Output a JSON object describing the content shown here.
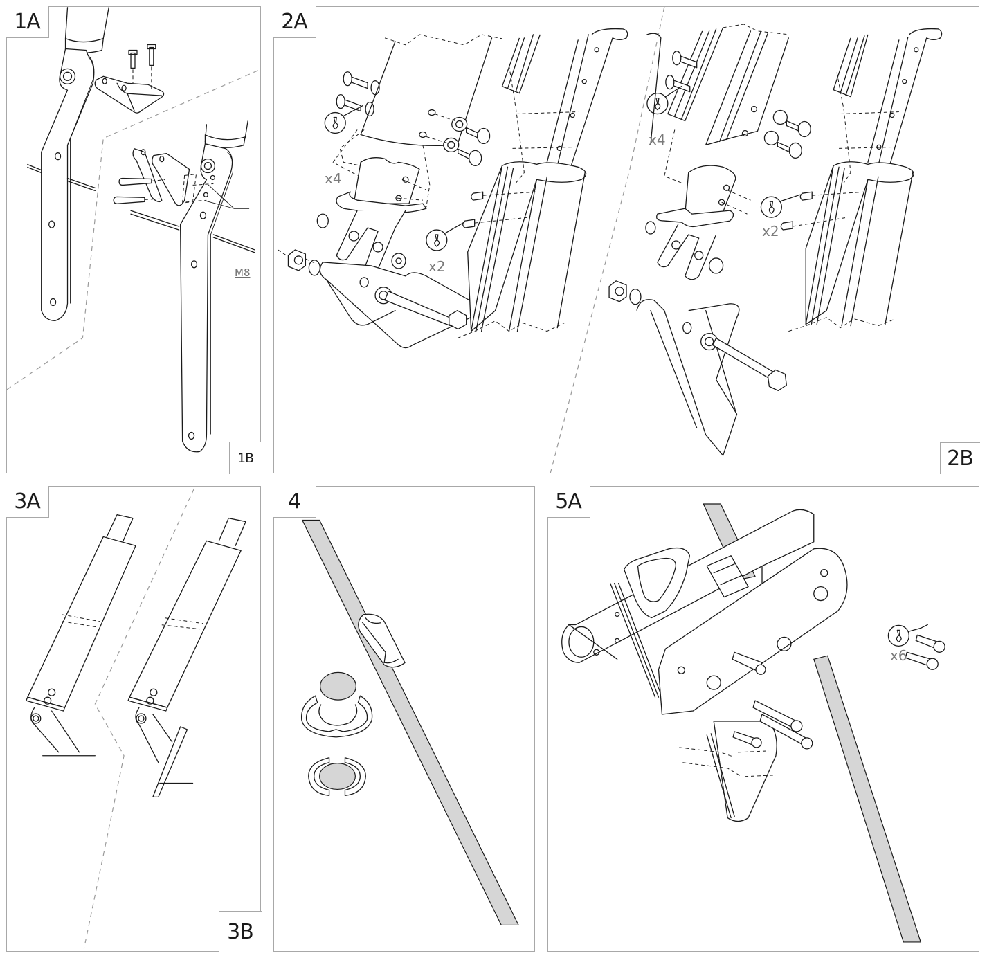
{
  "document": {
    "type": "assembly-instructions",
    "colors": {
      "panel_border": "#a8a8a8",
      "line": "#1a1a1a",
      "rod_fill": "#d6d6d6",
      "annotation": "#7a7a7a"
    }
  },
  "panels": {
    "p1": {
      "label_main": "1A",
      "label_sub": "1B",
      "callout": "M8",
      "icons": [
        "bolt-icon",
        "bolt-icon",
        "bracket-icon",
        "arm-icon"
      ]
    },
    "p2": {
      "label_main": "2A",
      "label_sub": "2B",
      "qty_a_top": "x4",
      "qty_a_bottom": "x2",
      "qty_b_top": "x4",
      "qty_b_bottom": "x2",
      "tool_icon": "threadlocker-drop-icon"
    },
    "p3": {
      "label_main": "3A",
      "label_sub": "3B"
    },
    "p4": {
      "label_main": "4"
    },
    "p5": {
      "label_main": "5A",
      "qty": "x6",
      "tool_icon": "threadlocker-drop-icon"
    }
  }
}
